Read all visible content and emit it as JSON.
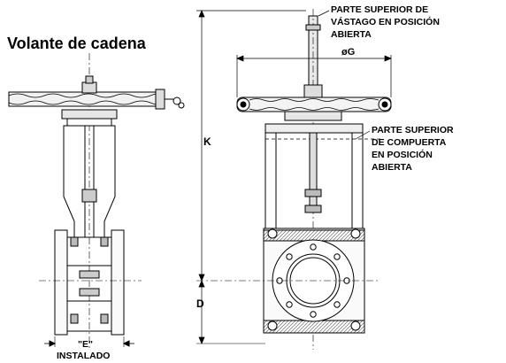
{
  "title": "Volante de cadena",
  "labels": {
    "stem_top_line1": "PARTE SUPERIOR DE",
    "stem_top_line2": "VÁSTAGO EN POSICIÓN",
    "stem_top_line3": "ABIERTA",
    "gate_top_line1": "PARTE SUPERIOR",
    "gate_top_line2": "DE COMPUERTA",
    "gate_top_line3": "EN POSICIÓN",
    "gate_top_line4": "ABIERTA",
    "dim_g": "øG",
    "dim_k": "K",
    "dim_d": "D",
    "dim_e": "\"E\"",
    "installed": "INSTALADO"
  }
}
